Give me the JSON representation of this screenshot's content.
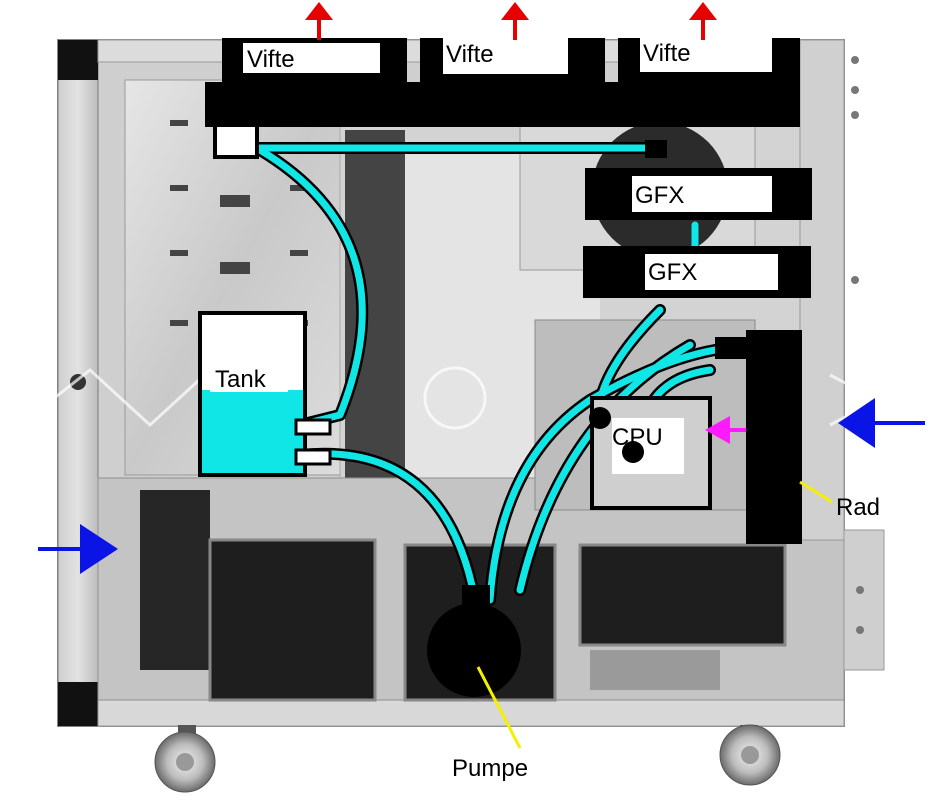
{
  "labels": {
    "fan_1": "Vifte",
    "fan_2": "Vifte",
    "fan_3": "Vifte",
    "gfx_1": "GFX",
    "gfx_2": "GFX",
    "tank": "Tank",
    "cpu": "CPU",
    "radiator": "Rad",
    "pump": "Pumpe"
  },
  "colors": {
    "coolant": "#11e6e6",
    "exhaust_arrow": "#e60000",
    "intake_arrow": "#0a14e6",
    "cpu_arrow": "#ff1aff",
    "leader_line": "#f5f000",
    "component_block": "#000000"
  }
}
